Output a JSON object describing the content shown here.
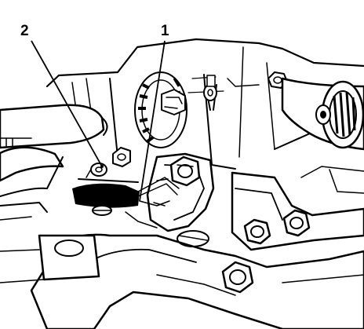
{
  "callouts": [
    {
      "id": "2",
      "label": "2"
    },
    {
      "id": "1",
      "label": "1"
    }
  ],
  "colors": {
    "ink": "#000000",
    "paper": "#ffffff"
  }
}
